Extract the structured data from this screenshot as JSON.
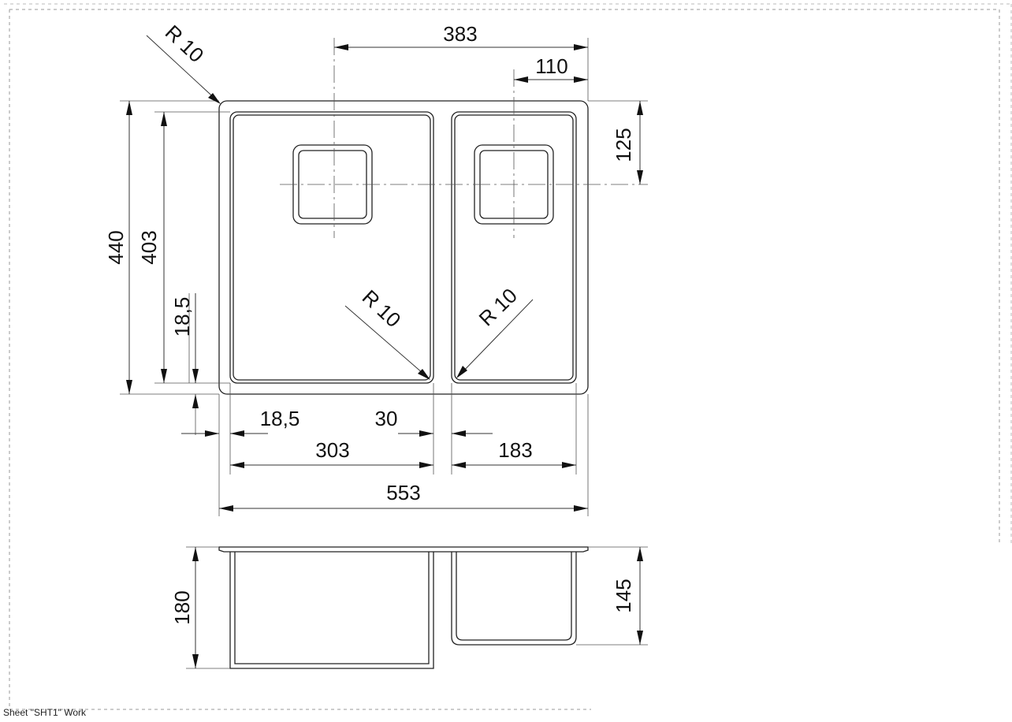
{
  "sheet": {
    "label": "Sheet \"SHT1\" Work"
  },
  "dimensions": {
    "overall_width": "553",
    "bowl_offset": "383",
    "drain_offset_small": "110",
    "drain_from_top": "125",
    "outer_height": "440",
    "inner_height": "403",
    "bottom_margin": "18,5",
    "left_margin": "18,5",
    "gap": "30",
    "large_bowl_width": "303",
    "small_bowl_width": "183",
    "large_bowl_depth": "180",
    "small_bowl_depth": "145",
    "radius_top_left": "R 10",
    "radius_large_bowl": "R 10",
    "radius_small_bowl": "R 10"
  }
}
